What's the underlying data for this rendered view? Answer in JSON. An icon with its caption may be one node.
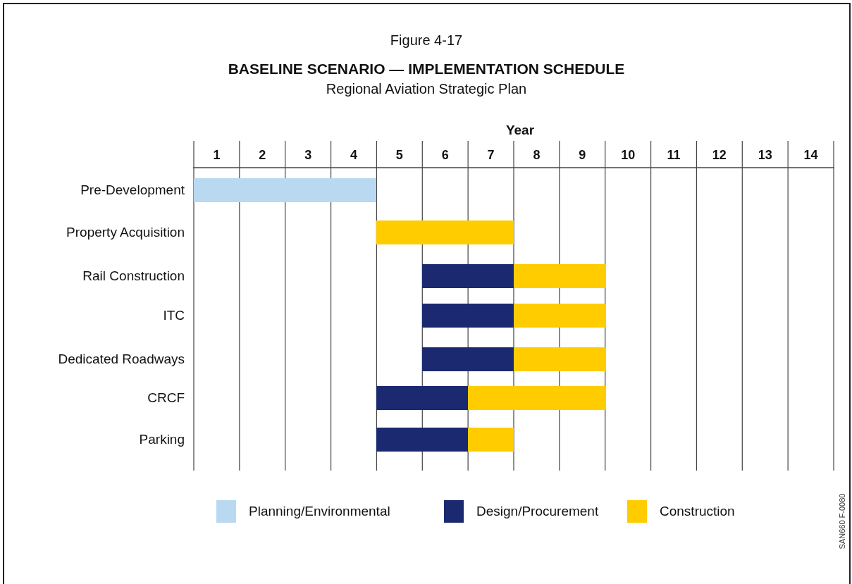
{
  "diagram": {
    "title": "BASELINE SCENARIO — IMPLEMENTATION SCHEDULE",
    "nodes": [
      {
        "text": [],
        "shape": "bar"
      },
      {
        "text": [],
        "shape": "bar"
      },
      {
        "text": [],
        "shape": "bar"
      },
      {
        "text": [],
        "shape": "bar"
      },
      {
        "text": [],
        "shape": "bar"
      },
      {
        "text": [],
        "shape": "bar"
      },
      {
        "text": [],
        "shape": "bar"
      },
      {
        "text": [],
        "shape": "bar"
      },
      {
        "text": [],
        "shape": "bar"
      },
      {
        "text": [],
        "shape": "bar"
      },
      {
        "text": [],
        "shape": "bar"
      },
      {
        "text": [],
        "shape": "bar"
      }
    ],
    "labels": [
      "Figure 4-17",
      "Regional Aviation Strategic Plan",
      "Year",
      "1",
      "2",
      "3",
      "4",
      "5",
      "6",
      "7",
      "8",
      "9",
      "10",
      "11",
      "12",
      "13",
      "14",
      "Pre-Development",
      "Property Acquisition",
      "Rail Construction",
      "ITC",
      "Dedicated Roadways",
      "CRCF",
      "Parking",
      "SAN660 F-0080"
    ],
    "legend": [
      {
        "text": "Planning/Environmental",
        "color": "#b9d9f0"
      },
      {
        "text": "Design/Procurement",
        "color": "#1b2970"
      },
      {
        "text": "Construction",
        "color": "#ffcc00"
      }
    ]
  }
}
